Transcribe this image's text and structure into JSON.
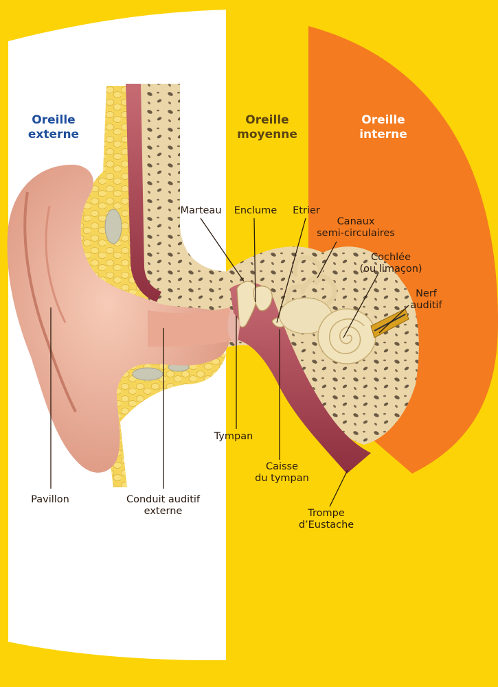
{
  "regions": {
    "outer": {
      "line1": "Oreille",
      "line2": "externe",
      "color": "#1f4e9c"
    },
    "middle": {
      "line1": "Oreille",
      "line2": "moyenne",
      "color": "#5a4412"
    },
    "inner": {
      "line1": "Oreille",
      "line2": "interne",
      "color": "#ffffff"
    }
  },
  "labels": {
    "marteau": "Marteau",
    "enclume": "Enclume",
    "etrier": "Etrier",
    "canaux": {
      "line1": "Canaux",
      "line2": "semi-circulaires"
    },
    "cochlee": {
      "line1": "Cochlée",
      "line2": "(ou limaçon)"
    },
    "nerf": {
      "line1": "Nerf",
      "line2": "auditif"
    },
    "tympan": "Tympan",
    "caisse": {
      "line1": "Caisse",
      "line2": "du tympan"
    },
    "trompe": {
      "line1": "Trompe",
      "line2": "d’Eustache"
    },
    "pavillon": "Pavillon",
    "conduit": {
      "line1": "Conduit auditif",
      "line2": "externe"
    }
  },
  "colors": {
    "yellow": "#fcd307",
    "orange": "#f47b20",
    "skin": "#efb29a",
    "bone": "#ead6a8",
    "fat": "#f6d65a",
    "canal": "#b24a5a"
  }
}
